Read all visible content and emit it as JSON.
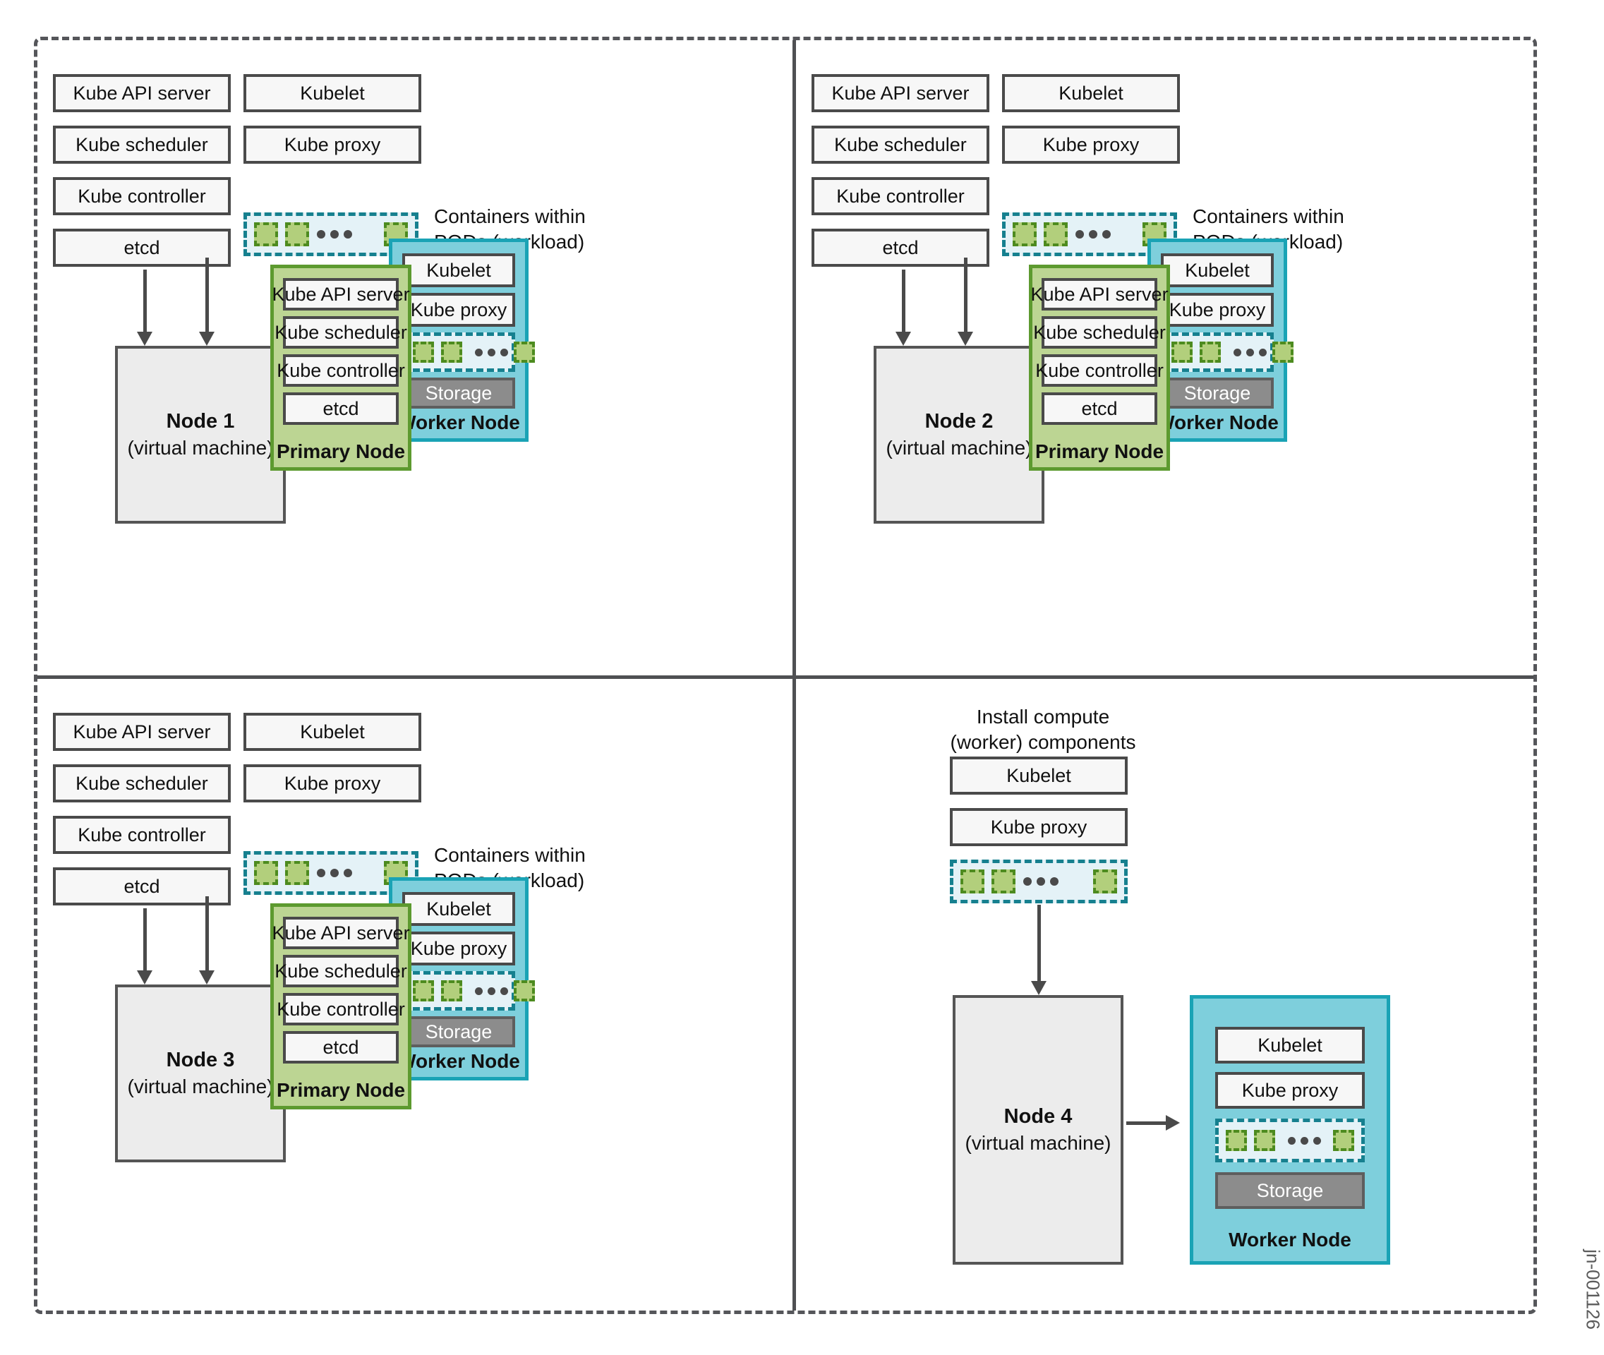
{
  "diagram": {
    "watermark": "jn-001126",
    "colors": {
      "primary_node_fill": "#bcd593",
      "primary_node_border": "#5d9a2f",
      "worker_node_fill": "#7ecfdc",
      "worker_node_border": "#1aa3b5",
      "pod_group_fill": "#e4f2f7",
      "pod_group_border": "#16808f",
      "pod_square_fill": "#b2cf7c",
      "pod_square_border": "#4d8b1f",
      "vm_fill": "#ececec",
      "vm_border": "#555555",
      "storage_fill": "#8c8c8c",
      "component_fill": "#f7f7f7",
      "component_border": "#4a4a4a",
      "frame_border": "#55565a"
    },
    "legend": {
      "pods_caption": "Containers within\nPODs (workload)"
    },
    "labels": {
      "primary_node": "Primary Node",
      "worker_node": "Worker Node",
      "storage": "Storage",
      "vm_subtitle": "(virtual machine)"
    },
    "components": {
      "kube_api_server": "Kube API server",
      "kube_scheduler": "Kube scheduler",
      "kube_controller": "Kube controller",
      "etcd": "etcd",
      "kubelet": "Kubelet",
      "kube_proxy": "Kube proxy"
    }
  },
  "quadrants": [
    {
      "id": "quadrant-1",
      "palette_left": [
        "Kube API server",
        "Kube scheduler",
        "Kube controller",
        "etcd"
      ],
      "palette_right": [
        "Kubelet",
        "Kube proxy"
      ],
      "pods_caption": "Containers within\nPODs (workload)",
      "vm_title": "Node 1",
      "vm_subtitle": "(virtual machine)",
      "primary_node": {
        "label": "Primary Node",
        "components": [
          "Kube API server",
          "Kube scheduler",
          "Kube controller",
          "etcd"
        ]
      },
      "worker_node": {
        "label": "Worker Node",
        "components": [
          "Kubelet",
          "Kube proxy"
        ],
        "storage": "Storage"
      }
    },
    {
      "id": "quadrant-2",
      "palette_left": [
        "Kube API server",
        "Kube scheduler",
        "Kube controller",
        "etcd"
      ],
      "palette_right": [
        "Kubelet",
        "Kube proxy"
      ],
      "pods_caption": "Containers within\nPODs (workload)",
      "vm_title": "Node 2",
      "vm_subtitle": "(virtual machine)",
      "primary_node": {
        "label": "Primary Node",
        "components": [
          "Kube API server",
          "Kube scheduler",
          "Kube controller",
          "etcd"
        ]
      },
      "worker_node": {
        "label": "Worker Node",
        "components": [
          "Kubelet",
          "Kube proxy"
        ],
        "storage": "Storage"
      }
    },
    {
      "id": "quadrant-3",
      "palette_left": [
        "Kube API server",
        "Kube scheduler",
        "Kube controller",
        "etcd"
      ],
      "palette_right": [
        "Kubelet",
        "Kube proxy"
      ],
      "pods_caption": "Containers within\nPODs (workload)",
      "vm_title": "Node 3",
      "vm_subtitle": "(virtual machine)",
      "primary_node": {
        "label": "Primary Node",
        "components": [
          "Kube API server",
          "Kube scheduler",
          "Kube controller",
          "etcd"
        ]
      },
      "worker_node": {
        "label": "Worker Node",
        "components": [
          "Kubelet",
          "Kube proxy"
        ],
        "storage": "Storage"
      }
    },
    {
      "id": "quadrant-4",
      "caption": "Install compute\n(worker) components",
      "palette": [
        "Kubelet",
        "Kube proxy"
      ],
      "vm_title": "Node 4",
      "vm_subtitle": "(virtual machine)",
      "worker_node": {
        "label": "Worker Node",
        "components": [
          "Kubelet",
          "Kube proxy"
        ],
        "storage": "Storage"
      }
    }
  ]
}
